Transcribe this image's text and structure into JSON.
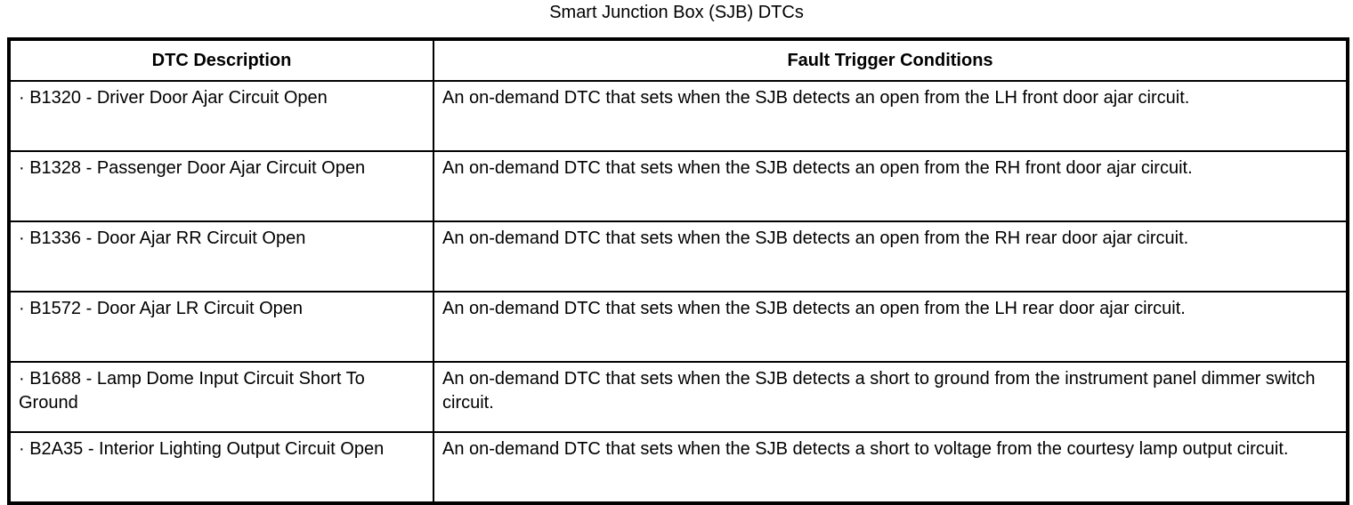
{
  "title": "Smart Junction Box (SJB) DTCs",
  "table": {
    "headers": {
      "dtc": "DTC Description",
      "condition": "Fault Trigger Conditions"
    },
    "rows": [
      {
        "dtc": "· B1320 - Driver Door Ajar Circuit Open",
        "condition": "An on-demand DTC that sets when the SJB detects an open from the LH front door ajar circuit."
      },
      {
        "dtc": "· B1328 - Passenger Door Ajar Circuit Open",
        "condition": "An on-demand DTC that sets when the SJB detects an open from the RH front door ajar circuit."
      },
      {
        "dtc": "· B1336 - Door Ajar RR Circuit Open",
        "condition": "An on-demand DTC that sets when the SJB detects an open from the RH rear door ajar circuit."
      },
      {
        "dtc": "· B1572 - Door Ajar LR Circuit Open",
        "condition": "An on-demand DTC that sets when the SJB detects an open from the LH rear door ajar circuit."
      },
      {
        "dtc": "· B1688 - Lamp Dome Input Circuit Short To Ground",
        "condition": "An on-demand DTC that sets when the SJB detects a short to ground from the instrument panel dimmer switch circuit."
      },
      {
        "dtc": "· B2A35 - Interior Lighting Output Circuit Open",
        "condition": "An on-demand DTC that sets when the SJB detects a short to voltage from the courtesy lamp output circuit."
      }
    ]
  },
  "colors": {
    "text": "#000000",
    "background": "#ffffff",
    "border": "#000000"
  }
}
